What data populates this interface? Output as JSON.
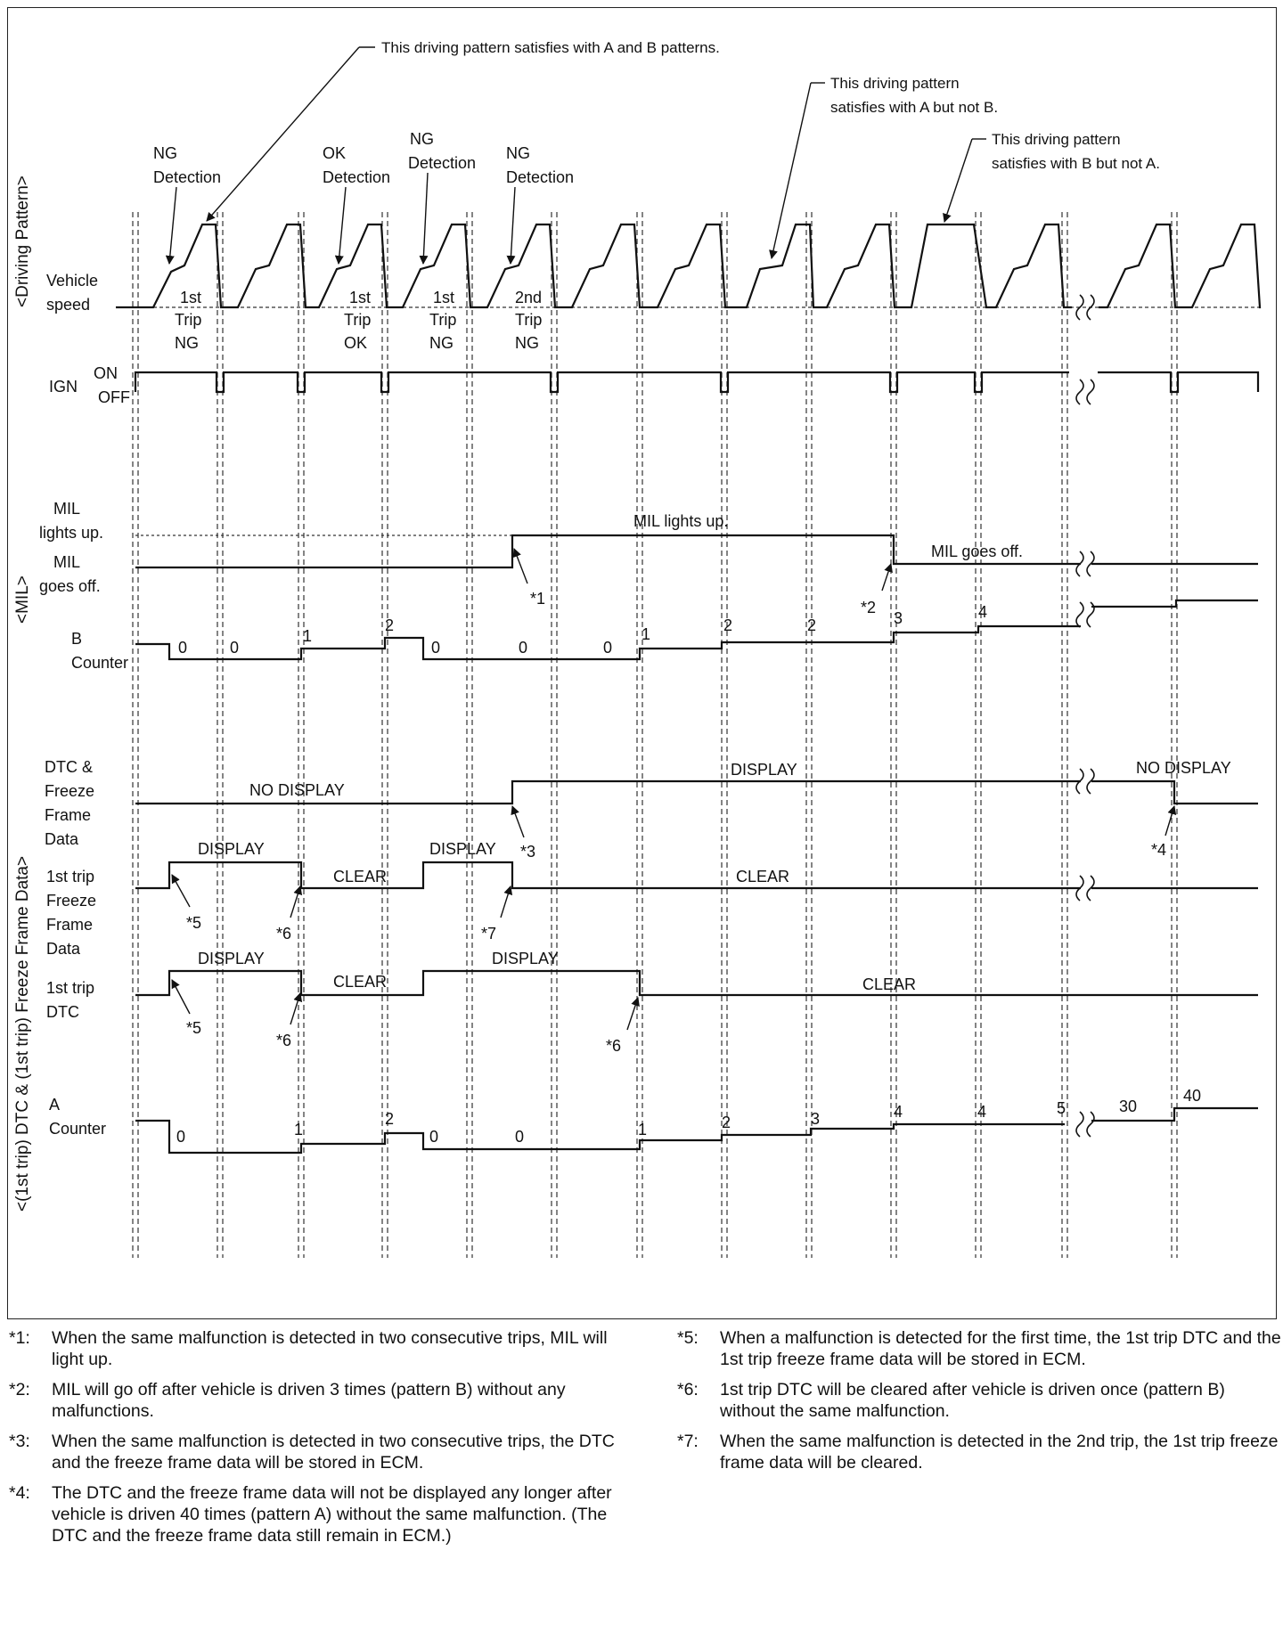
{
  "annotations": {
    "top": "This driving pattern satisfies with A and B patterns.",
    "ab_but_not_b": [
      "This driving pattern",
      "satisfies with A but not B."
    ],
    "b_not_a": [
      "This driving pattern",
      "satisfies with B but not A."
    ]
  },
  "detections": [
    {
      "line1": "NG",
      "line2": "Detection"
    },
    {
      "line1": "OK",
      "line2": "Detection"
    },
    {
      "line1": "NG",
      "line2": "Detection"
    },
    {
      "line1": "NG",
      "line2": "Detection"
    }
  ],
  "trips": [
    {
      "a": "1st",
      "b": "Trip",
      "c": "NG"
    },
    {
      "a": "1st",
      "b": "Trip",
      "c": "OK"
    },
    {
      "a": "1st",
      "b": "Trip",
      "c": "NG"
    },
    {
      "a": "2nd",
      "b": "Trip",
      "c": "NG"
    }
  ],
  "group_labels": {
    "driving": "<Driving Pattern>",
    "mil": "<MIL>",
    "dtc": "<(1st trip) DTC & (1st trip) Freeze Frame Data>"
  },
  "row_labels": {
    "vehicle": [
      "Vehicle",
      "speed"
    ],
    "ign": "IGN",
    "on": "ON",
    "off": "OFF",
    "mil_up": [
      "MIL",
      "lights up."
    ],
    "mil_off": [
      "MIL",
      "goes off."
    ],
    "b_counter": [
      "B",
      "Counter"
    ],
    "dtc_ffd": [
      "DTC &",
      "Freeze",
      "Frame",
      "Data"
    ],
    "ffd1": [
      "1st trip",
      "Freeze",
      "Frame",
      "Data"
    ],
    "dtc1": [
      "1st trip",
      "DTC"
    ],
    "a_counter": [
      "A",
      "Counter"
    ]
  },
  "states": {
    "mil_up": "MIL lights up.",
    "mil_off": "MIL goes off.",
    "display": "DISPLAY",
    "no_display": "NO DISPLAY",
    "clear": "CLEAR"
  },
  "b_counter_values": [
    "0",
    "0",
    "1",
    "2",
    "0",
    "0",
    "0",
    "1",
    "2",
    "2",
    "3",
    "4"
  ],
  "a_counter_values": [
    "0",
    "1",
    "2",
    "0",
    "0",
    "1",
    "2",
    "3",
    "4",
    "4",
    "5",
    "30",
    "40"
  ],
  "markers": {
    "m1": "*1",
    "m2": "*2",
    "m3": "*3",
    "m4": "*4",
    "m5": "*5",
    "m6": "*6",
    "m7": "*7"
  },
  "notes": [
    {
      "mark": "*1:",
      "text": "When the same malfunction is detected in two consecutive trips, MIL will light up."
    },
    {
      "mark": "*2:",
      "text": "MIL will go off after vehicle is driven 3 times (pattern B) without any malfunctions."
    },
    {
      "mark": "*3:",
      "text": "When the same malfunction is detected in two consecutive trips, the DTC and the freeze frame data will be stored in ECM."
    },
    {
      "mark": "*4:",
      "text": "The DTC and the freeze frame data will not be displayed any longer after vehicle is driven 40 times (pattern A) without the same malfunction. (The DTC and the freeze frame data still remain in ECM.)"
    },
    {
      "mark": "*5:",
      "text": "When a malfunction is detected for the first time, the 1st trip DTC and the 1st trip freeze frame data will be stored in ECM."
    },
    {
      "mark": "*6:",
      "text": "1st trip DTC will be cleared after vehicle is driven once (pattern B) without the same malfunction."
    },
    {
      "mark": "*7:",
      "text": "When the same malfunction is detected in the 2nd trip, the 1st trip freeze frame data will be cleared."
    }
  ]
}
